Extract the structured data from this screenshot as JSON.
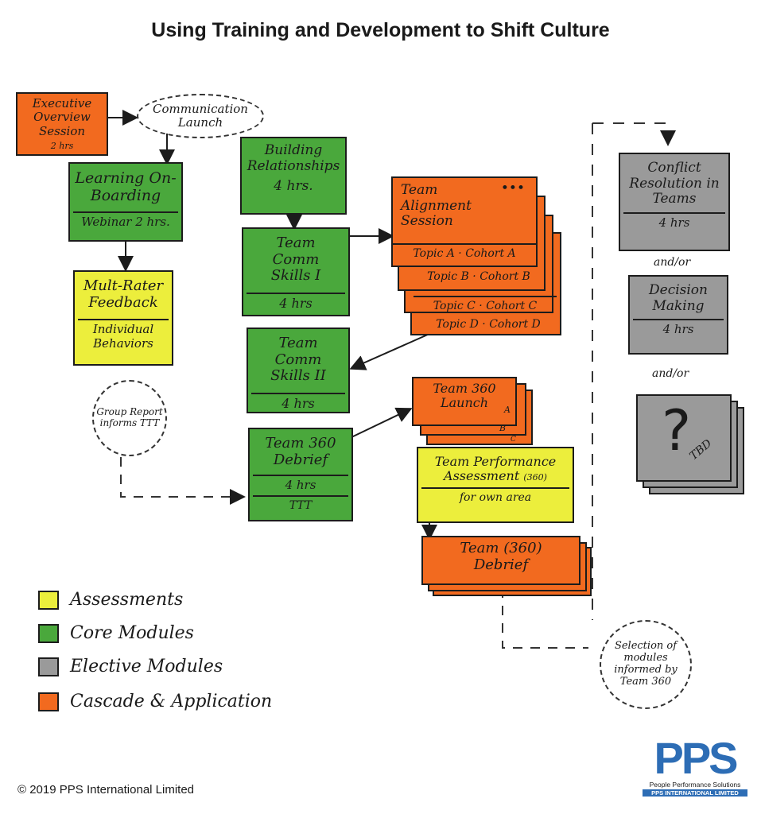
{
  "title": "Using Training and Development to Shift Culture",
  "nodes": {
    "exec": {
      "title": "Executive Overview Session",
      "sub": "2 hrs"
    },
    "comm_launch": "Communication Launch",
    "onboarding": {
      "title": "Learning On-Boarding",
      "sub": "Webinar 2 hrs."
    },
    "multi_rater": {
      "title": "Mult-Rater Feedback",
      "sub": "Individual Behaviors"
    },
    "group_report": "Group Report informs TTT",
    "building": {
      "title": "Building Relationships",
      "sub": "4 hrs."
    },
    "comm1": {
      "title": "Team Comm Skills I",
      "sub": "4 hrs"
    },
    "comm2": {
      "title": "Team Comm Skills II",
      "sub": "4 hrs"
    },
    "debrief360": {
      "title": "Team 360 Debrief",
      "sub1": "4 hrs",
      "sub2": "TTT"
    },
    "alignment": {
      "title": "Team Alignment Session",
      "dots": "•••",
      "topics": [
        "Topic A · Cohort A",
        "Topic B · Cohort B",
        "Topic C · Cohort C",
        "Topic D · Cohort D"
      ]
    },
    "launch360": {
      "title": "Team 360 Launch",
      "a": "A",
      "b": "B",
      "c": "C"
    },
    "perf": {
      "title": "Team Performance Assessment",
      "tag": "(360)",
      "sub": "for own area"
    },
    "team_debrief": {
      "title": "Team (360) Debrief"
    },
    "conflict": {
      "title": "Conflict Resolution in Teams",
      "sub": "4 hrs"
    },
    "andor1": "and/or",
    "decision": {
      "title": "Decision Making",
      "sub": "4 hrs"
    },
    "andor2": "and/or",
    "tbd": {
      "mark": "?",
      "label": "TBD"
    },
    "selection": "Selection of modules informed by Team 360"
  },
  "legend": [
    {
      "label": "Assessments",
      "color": "#ecee3c"
    },
    {
      "label": "Core Modules",
      "color": "#4aa83c"
    },
    {
      "label": "Elective Modules",
      "color": "#9a9a9a"
    },
    {
      "label": "Cascade & Application",
      "color": "#f26a1f"
    }
  ],
  "logo": {
    "letters": "PPS",
    "line1": "People Performance Solutions",
    "line2": "PPS INTERNATIONAL LIMITED"
  },
  "copyright": "© 2019 PPS International Limited"
}
